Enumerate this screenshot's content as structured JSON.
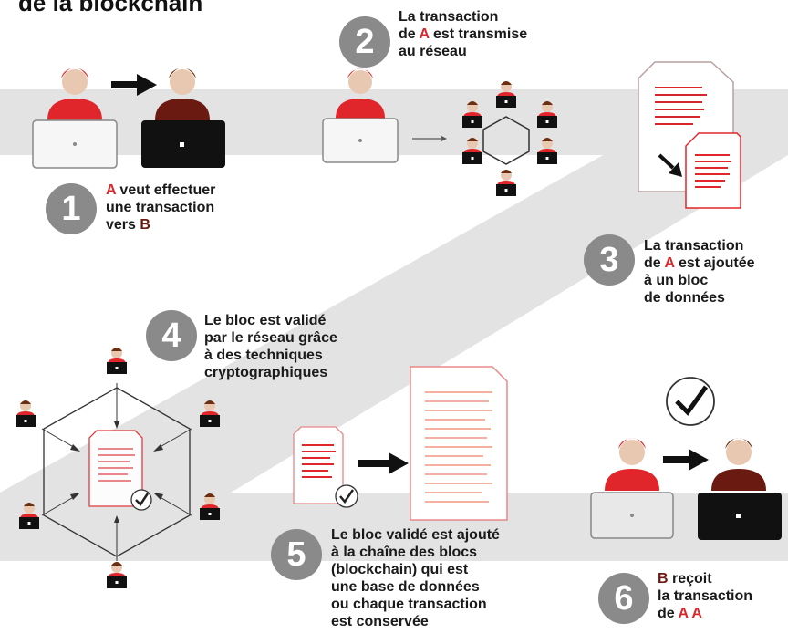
{
  "title": "de la blockchain",
  "colors": {
    "accent_red": "#e0262b",
    "dark_brown": "#5a1a12",
    "band_gray": "#e3e3e3",
    "badge_gray": "#8a8a8a"
  },
  "steps": [
    {
      "number": "1",
      "lines": [
        {
          "segments": [
            "A",
            " veut effectuer"
          ],
          "tones": [
            "red",
            "plain"
          ]
        },
        {
          "segments": [
            "une transaction"
          ],
          "tones": [
            "plain"
          ]
        },
        {
          "segments": [
            "vers ",
            "B"
          ],
          "tones": [
            "plain",
            "brown"
          ]
        }
      ]
    },
    {
      "number": "2",
      "lines": [
        {
          "segments": [
            "La transaction"
          ],
          "tones": [
            "plain"
          ]
        },
        {
          "segments": [
            "de ",
            "A",
            " est transmise"
          ],
          "tones": [
            "plain",
            "red",
            "plain"
          ]
        },
        {
          "segments": [
            "au réseau"
          ],
          "tones": [
            "plain"
          ]
        }
      ]
    },
    {
      "number": "3",
      "lines": [
        {
          "segments": [
            "La transaction"
          ],
          "tones": [
            "plain"
          ]
        },
        {
          "segments": [
            "de ",
            "A",
            " est ajoutée"
          ],
          "tones": [
            "plain",
            "red",
            "plain"
          ]
        },
        {
          "segments": [
            "à un bloc"
          ],
          "tones": [
            "plain"
          ]
        },
        {
          "segments": [
            "de données"
          ],
          "tones": [
            "plain"
          ]
        }
      ]
    },
    {
      "number": "4",
      "lines": [
        {
          "segments": [
            "Le bloc est validé"
          ],
          "tones": [
            "plain"
          ]
        },
        {
          "segments": [
            "par le réseau grâce"
          ],
          "tones": [
            "plain"
          ]
        },
        {
          "segments": [
            "à des techniques"
          ],
          "tones": [
            "plain"
          ]
        },
        {
          "segments": [
            "cryptographiques"
          ],
          "tones": [
            "plain"
          ]
        }
      ]
    },
    {
      "number": "5",
      "lines": [
        {
          "segments": [
            "Le bloc validé est ajouté"
          ],
          "tones": [
            "plain"
          ]
        },
        {
          "segments": [
            "à la chaîne des blocs"
          ],
          "tones": [
            "plain"
          ]
        },
        {
          "segments": [
            "(blockchain) qui est"
          ],
          "tones": [
            "plain"
          ]
        },
        {
          "segments": [
            "une base de données"
          ],
          "tones": [
            "plain"
          ]
        },
        {
          "segments": [
            "ou chaque transaction"
          ],
          "tones": [
            "plain"
          ]
        },
        {
          "segments": [
            "est conservée"
          ],
          "tones": [
            "plain"
          ]
        }
      ]
    },
    {
      "number": "6",
      "lines": [
        {
          "segments": [
            "B",
            " reçoit"
          ],
          "tones": [
            "brown",
            "plain"
          ]
        },
        {
          "segments": [
            "la transaction"
          ],
          "tones": [
            "plain"
          ]
        },
        {
          "segments": [
            "de ",
            "A A"
          ],
          "tones": [
            "plain",
            "red"
          ]
        }
      ]
    }
  ]
}
